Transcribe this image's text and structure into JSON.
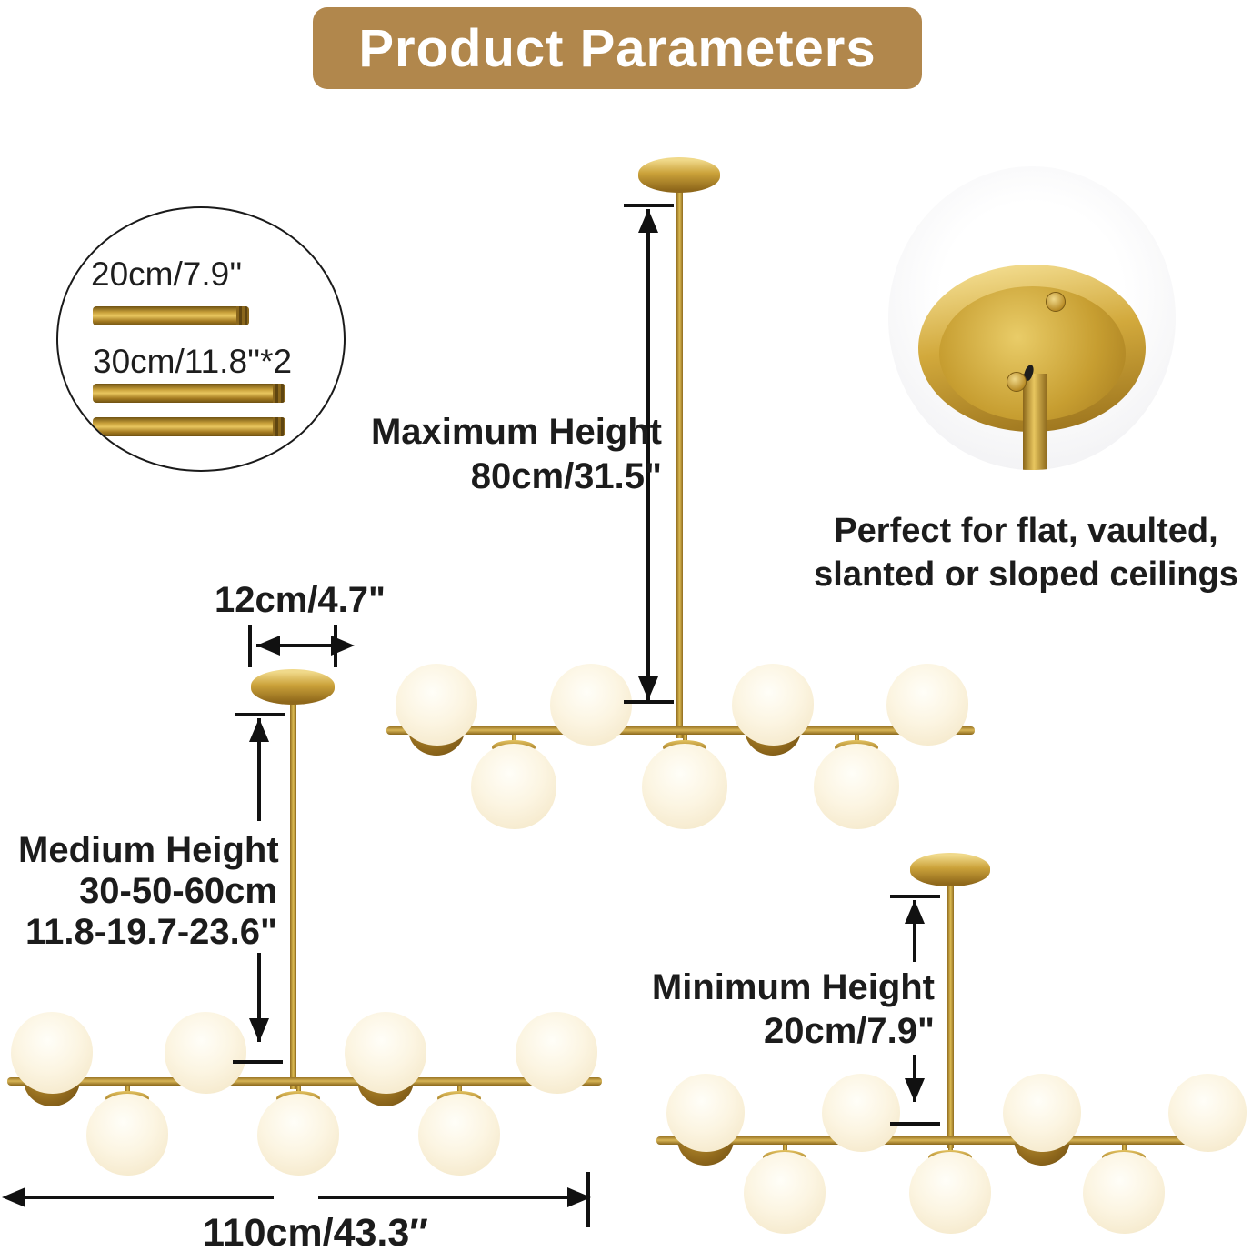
{
  "title": "Product Parameters",
  "colors": {
    "banner": "#b1874c",
    "gold": "#c49a3a",
    "globe": "#fcf5e2",
    "ink": "#1c1c1c",
    "background": "#ffffff"
  },
  "rod_kit": {
    "rod1_label": "20cm/7.9''",
    "rod2_label": "30cm/11.8''*2"
  },
  "ceiling_note": {
    "line1": "Perfect for flat, vaulted,",
    "line2": "slanted or sloped ceilings"
  },
  "labels": {
    "max_height_title": "Maximum Height",
    "max_height_value": "80cm/31.5\"",
    "canopy_width_value": "12cm/4.7\"",
    "medium_height_title": "Medium Height",
    "medium_height_value_cm": "30-50-60cm",
    "medium_height_value_in": "11.8-19.7-23.6\"",
    "min_height_title": "Minimum Height",
    "min_height_value": "20cm/7.9\"",
    "bar_length_value": "110cm/43.3″"
  }
}
